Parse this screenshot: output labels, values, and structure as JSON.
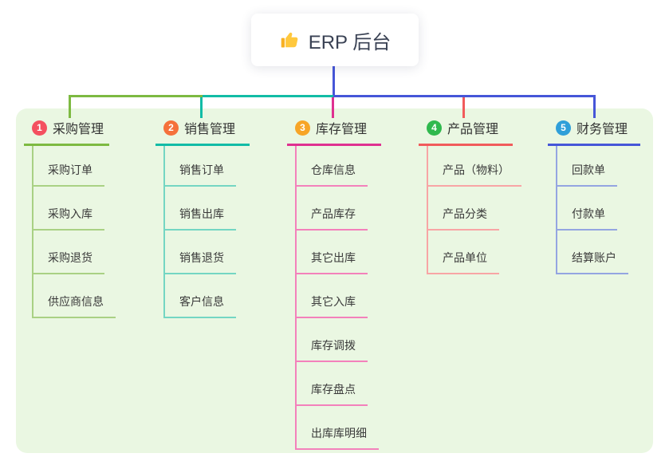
{
  "root": {
    "title": "ERP 后台",
    "icon": "thumbs-up-icon",
    "line_color": "#4656d8"
  },
  "colors": {
    "panel_bg": "#eaf7e2",
    "bus_blue": "#4656d8"
  },
  "branches": [
    {
      "badge": "1",
      "title": "采购管理",
      "badge_color": "#f4505f",
      "line_color": "#7dba41",
      "light_color": "#a9d184",
      "children": [
        "采购订单",
        "采购入库",
        "采购退货",
        "供应商信息"
      ]
    },
    {
      "badge": "2",
      "title": "销售管理",
      "badge_color": "#f5713b",
      "line_color": "#12bca6",
      "light_color": "#74d6c3",
      "children": [
        "销售订单",
        "销售出库",
        "销售退货",
        "客户信息"
      ]
    },
    {
      "badge": "3",
      "title": "库存管理",
      "badge_color": "#f7a527",
      "line_color": "#df3190",
      "light_color": "#f381bb",
      "children": [
        "仓库信息",
        "产品库存",
        "其它出库",
        "其它入库",
        "库存调拨",
        "库存盘点",
        "出库库明细"
      ]
    },
    {
      "badge": "4",
      "title": "产品管理",
      "badge_color": "#30b94e",
      "line_color": "#f15b5b",
      "light_color": "#f8a5a5",
      "children": [
        "产品（物料）",
        "产品分类",
        "产品单位"
      ]
    },
    {
      "badge": "5",
      "title": "财务管理",
      "badge_color": "#2f9fd9",
      "line_color": "#4656d8",
      "light_color": "#94a5e1",
      "children": [
        "回款单",
        "付款单",
        "结算账户"
      ]
    }
  ]
}
